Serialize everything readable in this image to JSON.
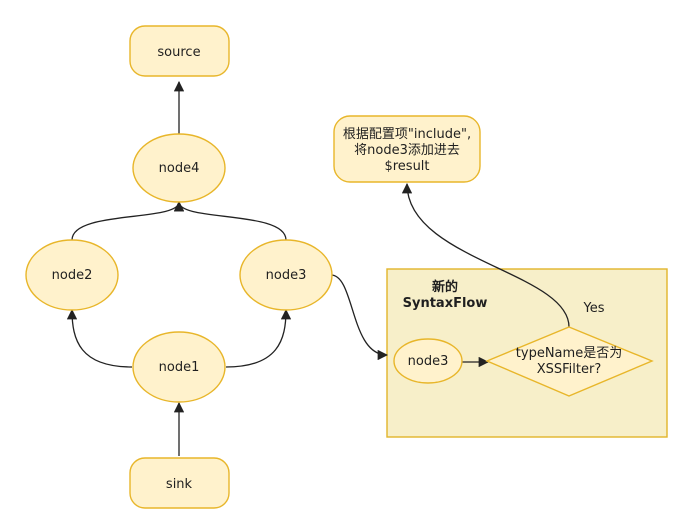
{
  "nodes": {
    "source": "source",
    "node4": "node4",
    "node2": "node2",
    "node3": "node3",
    "node1": "node1",
    "sink": "sink",
    "inner_node3": "node3"
  },
  "result_box": {
    "line1": "根据配置项\"include\",",
    "line2": "将node3添加进去",
    "line3": "$result"
  },
  "group": {
    "title_line1": "新的",
    "title_line2": "SyntaxFlow"
  },
  "decision": {
    "line1": "typeName是否为",
    "line2": "XSSFilter?"
  },
  "edge_labels": {
    "yes": "Yes"
  },
  "colors": {
    "node_fill": "#fff2cc",
    "node_stroke": "#e8b62a",
    "group_fill": "#f7efc9",
    "edge": "#222222"
  }
}
